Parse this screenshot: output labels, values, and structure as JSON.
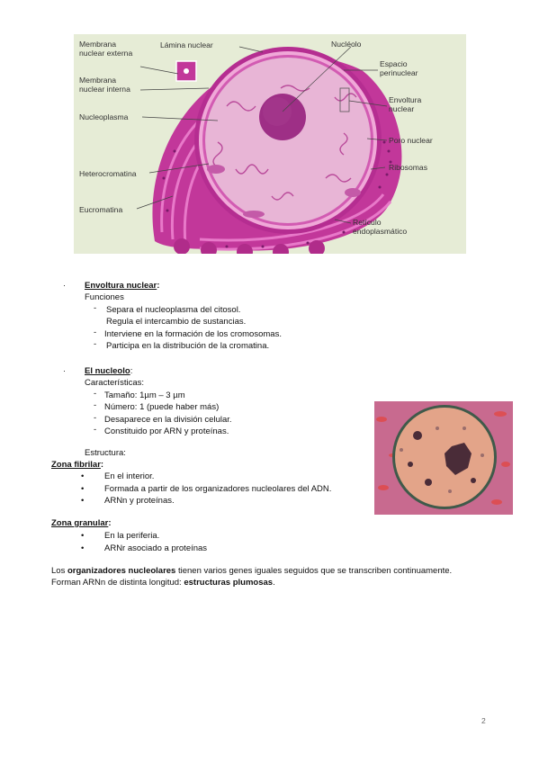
{
  "figure": {
    "labels": {
      "membrana_externa": "Membrana\nnuclear externa",
      "membrana_interna": "Membrana\nnuclear interna",
      "nucleoplasma": "Nucleoplasma",
      "heterocromatina": "Heterocromatina",
      "eucromatina": "Eucromatina",
      "lamina_nuclear": "Lámina nuclear",
      "nucleolo": "Nucléolo",
      "espacio_perinuclear": "Espacio\nperinuclear",
      "envoltura_nuclear": "Envoltura\nnuclear",
      "poro_nuclear": "Poro nuclear",
      "ribosomas": "Ribosomas",
      "reticulo": "Retículo\nendoplasmático"
    }
  },
  "envoltura": {
    "bullet": "·",
    "heading": "Envoltura nuclear",
    "colon": ":",
    "subheading": "Funciones",
    "items": [
      "Separa el nucleoplasma del citosol.",
      "Regula el intercambio de sustancias.",
      " Interviene en la formación de los cromosomas.",
      "Participa en la distribución de la cromatina."
    ],
    "dash": "-"
  },
  "nucleolo": {
    "bullet": "·",
    "heading": "El nucleolo",
    "colon": ":",
    "subheading": "Características:",
    "items": [
      "Tamaño: 1µm – 3 µm",
      "Número: 1 (puede haber más)",
      "Desaparece en la división celular.",
      "Constituido por ARN y proteínas."
    ],
    "estructura": "Estructura:"
  },
  "zona_fibrilar": {
    "heading": "Zona fibrilar",
    "colon": ":",
    "items": [
      "En el interior.",
      "Formada a partir de los organizadores nucleolares del ADN.",
      "ARNn y proteínas."
    ]
  },
  "zona_granular": {
    "heading": "Zona granular",
    "colon": ":",
    "items": [
      "En la periferia.",
      "ARNr asociado a proteínas"
    ]
  },
  "paragraph": {
    "l1_a": "Los ",
    "l1_b": "organizadores nucleolares",
    "l1_c": " tienen varios genes iguales seguidos que se transcriben continuamente.",
    "l2_a": "Forman ARNn de distinta longitud: ",
    "l2_b": "estructuras plumosas",
    "l2_c": "."
  },
  "bullets": {
    "round": "•",
    "dash": "-"
  },
  "page_number": "2"
}
